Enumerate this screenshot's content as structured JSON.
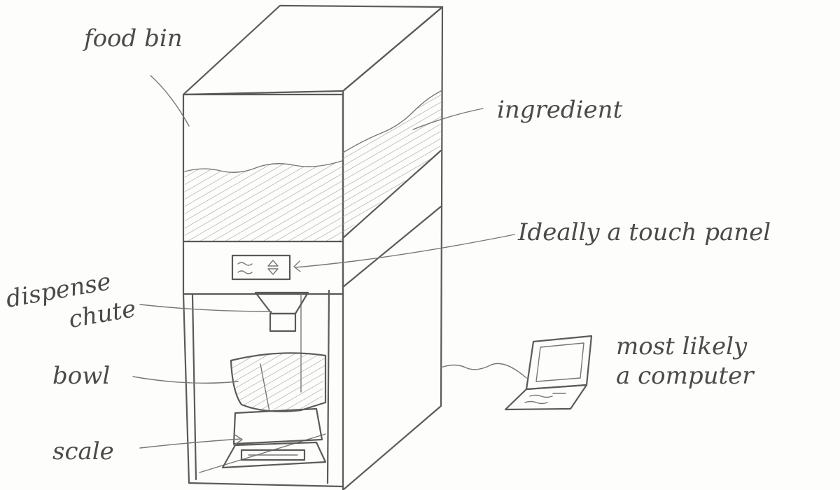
{
  "labels": {
    "food_bin": "food bin",
    "ingredient": "ingredient",
    "touch_panel": "Ideally a touch panel",
    "dispense_chute_1": "dispense",
    "dispense_chute_2": "chute",
    "bowl": "bowl",
    "scale": "scale",
    "computer_1": "most likely",
    "computer_2": "a computer"
  }
}
